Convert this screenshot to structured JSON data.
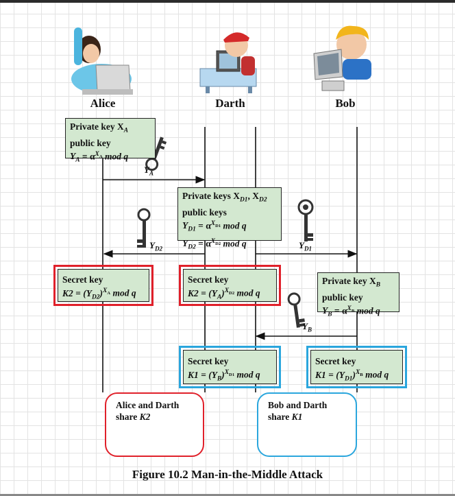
{
  "actors": {
    "alice": "Alice",
    "darth": "Darth",
    "bob": "Bob"
  },
  "alice_private": {
    "line1": "Private key X",
    "line1_sub": "A",
    "line2": "public key",
    "line3_prefix": "Y",
    "line3_sub": "A",
    "line3_mid": " = α",
    "line3_sup": "X",
    "line3_supsub": "A",
    "line3_suffix": " mod q"
  },
  "darth_private": {
    "line1": "Private keys X",
    "line1_sub1": "D1",
    "line1_sep": ", X",
    "line1_sub2": "D2",
    "line2": "public keys",
    "line3": "Y",
    "line3_sub": "D1",
    "line3_mid": " = α",
    "line3_sup": "X",
    "line3_supsub": "D1",
    "line3_suffix": " mod q",
    "line4": "Y",
    "line4_sub": "D2",
    "line4_mid": " = α",
    "line4_sup": "X",
    "line4_supsub": "D2",
    "line4_suffix": " mod q"
  },
  "bob_private": {
    "line1": "Private key X",
    "line1_sub": "B",
    "line2": "public key",
    "line3": "Y",
    "line3_sub": "B",
    "line3_mid": " = α",
    "line3_sup": "X",
    "line3_supsub": "B",
    "line3_suffix": " mod q"
  },
  "alice_secret": {
    "line1": "Secret key",
    "line2_a": "K2 = (Y",
    "line2_sub": "D2",
    "line2_b": ")",
    "line2_sup": "X",
    "line2_supsub": "A",
    "line2_suffix": " mod q"
  },
  "darth_secret_k2": {
    "line1": "Secret key",
    "line2_a": "K2 = (Y",
    "line2_sub": "A",
    "line2_b": ")",
    "line2_sup": "X",
    "line2_supsub": "D2",
    "line2_suffix": " mod q"
  },
  "darth_secret_k1": {
    "line1": "Secret key",
    "line2_a": "K1 = (Y",
    "line2_sub": "B",
    "line2_b": ")",
    "line2_sup": "X",
    "line2_supsub": "D1",
    "line2_suffix": " mod q"
  },
  "bob_secret": {
    "line1": "Secret key",
    "line2_a": "K1 = (Y",
    "line2_sub": "D1",
    "line2_b": ")",
    "line2_sup": "X",
    "line2_supsub": "B",
    "line2_suffix": " mod q"
  },
  "messages": {
    "ya": "Y",
    "ya_sub": "A",
    "yd2": "Y",
    "yd2_sub": "D2",
    "yd1": "Y",
    "yd1_sub": "D1",
    "yb": "Y",
    "yb_sub": "B"
  },
  "shares": {
    "alice_darth_line1": "Alice and Darth",
    "alice_darth_line2": "share ",
    "alice_darth_key": "K2",
    "bob_darth_line1": "Bob and Darth",
    "bob_darth_line2": "share ",
    "bob_darth_key": "K1"
  },
  "caption": "Figure 10.2  Man-in-the-Middle Attack",
  "colors": {
    "box_fill": "#d3e8d0",
    "red_frame": "#e0202a",
    "blue_frame": "#2aa6dd"
  }
}
